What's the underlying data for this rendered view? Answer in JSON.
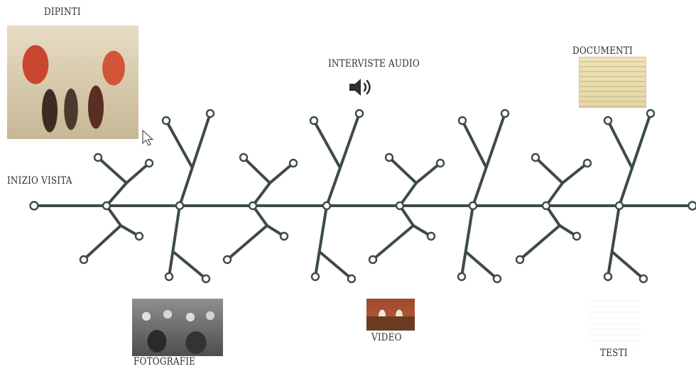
{
  "labels": {
    "dipinti": "DIPINTI",
    "interviste_audio": "INTERVISTE AUDIO",
    "documenti": "DOCUMENTI",
    "inizio_visita": "INIZIO VISITA",
    "fotografie": "FOTOGRAFIE",
    "video": "VIDEO",
    "testi": "TESTI"
  },
  "icons": {
    "speaker": "speaker-icon",
    "cursor": "mouse-pointer-icon"
  },
  "colors": {
    "line": "#3d4a4a",
    "node_fill": "#ffffff",
    "background": "#ffffff"
  }
}
